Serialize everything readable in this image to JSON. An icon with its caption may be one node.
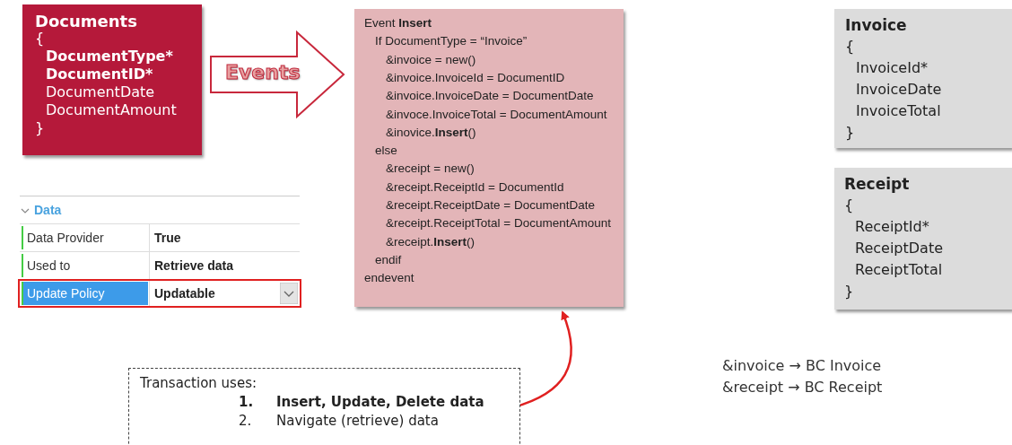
{
  "diagram": {
    "nodes": [
      {
        "text": [
          "Documents",
          "{",
          "DocumentType*",
          "DocumentID*",
          "DocumentDate",
          "DocumentAmount",
          "}"
        ]
      },
      {
        "text": [
          "Event **Insert**",
          "If DocumentType = “Invoice”",
          "&invoice = new()",
          "&invoice.InvoiceId = DocumentID",
          "&invoice.InvoiceDate = DocumentDate",
          "&invoce.InvoiceTotal = DocumentAmount",
          "&inovice.**Insert**()",
          "else",
          "&receipt = new()",
          "&receipt.ReceiptId = DocumentId",
          "&receipt.ReceiptDate = DocumentDate",
          "&receipt.ReceiptTotal = DocumentAmount",
          "&receipt.**Insert**()",
          "endif",
          "endevent"
        ]
      },
      {
        "text": [
          "Invoice",
          "{",
          "InvoiceId*",
          "InvoiceDate",
          "InvoiceTotal",
          "}"
        ]
      },
      {
        "text": [
          "Receipt",
          "{",
          "ReceiptId*",
          "ReceiptDate",
          "ReceiptTotal",
          "}"
        ]
      },
      {
        "text": [
          "Transaction uses:",
          "1.",
          "Insert, Update, Delete data",
          "2.",
          "Navigate (retrieve) data"
        ]
      }
    ],
    "edges": [
      {
        "from": 0,
        "to": 1,
        "arrow": "to",
        "label": "Events"
      },
      {
        "from": 4,
        "to": 1,
        "arrow": "to"
      }
    ],
    "labels": [
      "Data",
      "Data Provider",
      "True",
      "Used to",
      "Retrieve data",
      "Update Policy",
      "Updatable",
      "&invoice → BC Invoice",
      "&receipt → BC Receipt"
    ]
  }
}
